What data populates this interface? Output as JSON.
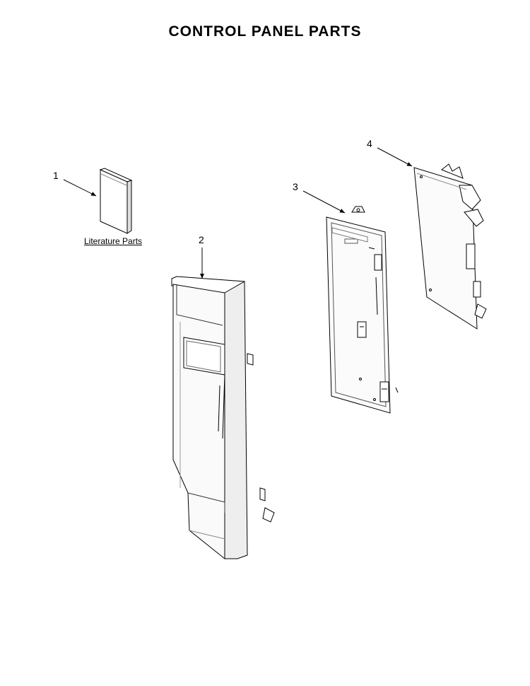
{
  "title": "CONTROL PANEL PARTS",
  "parts": [
    {
      "number": "1",
      "label": "Literature Parts"
    },
    {
      "number": "2"
    },
    {
      "number": "3"
    },
    {
      "number": "4"
    }
  ]
}
